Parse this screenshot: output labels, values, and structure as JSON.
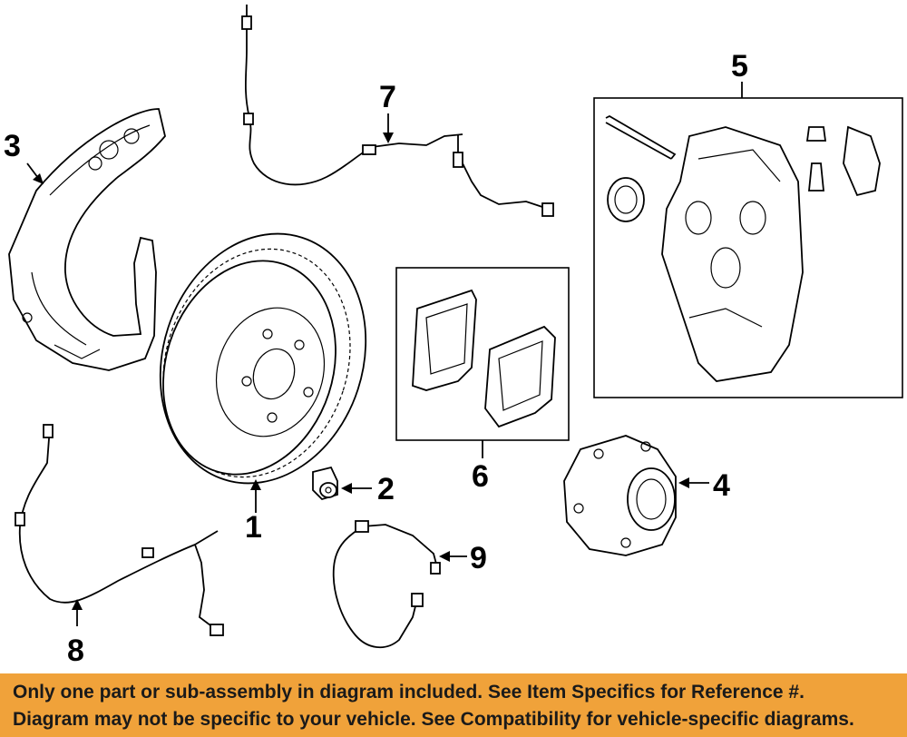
{
  "callouts": [
    "1",
    "2",
    "3",
    "4",
    "5",
    "6",
    "7",
    "8",
    "9"
  ],
  "disclaimer": {
    "line1": "Only one part or sub-assembly in diagram included. See Item Specifics for Reference #.",
    "line2": "Diagram may not be specific to your vehicle. See Compatibility for vehicle-specific diagrams."
  },
  "colors": {
    "banner_bg": "#f0a23a",
    "line": "#000000",
    "background": "#ffffff"
  }
}
